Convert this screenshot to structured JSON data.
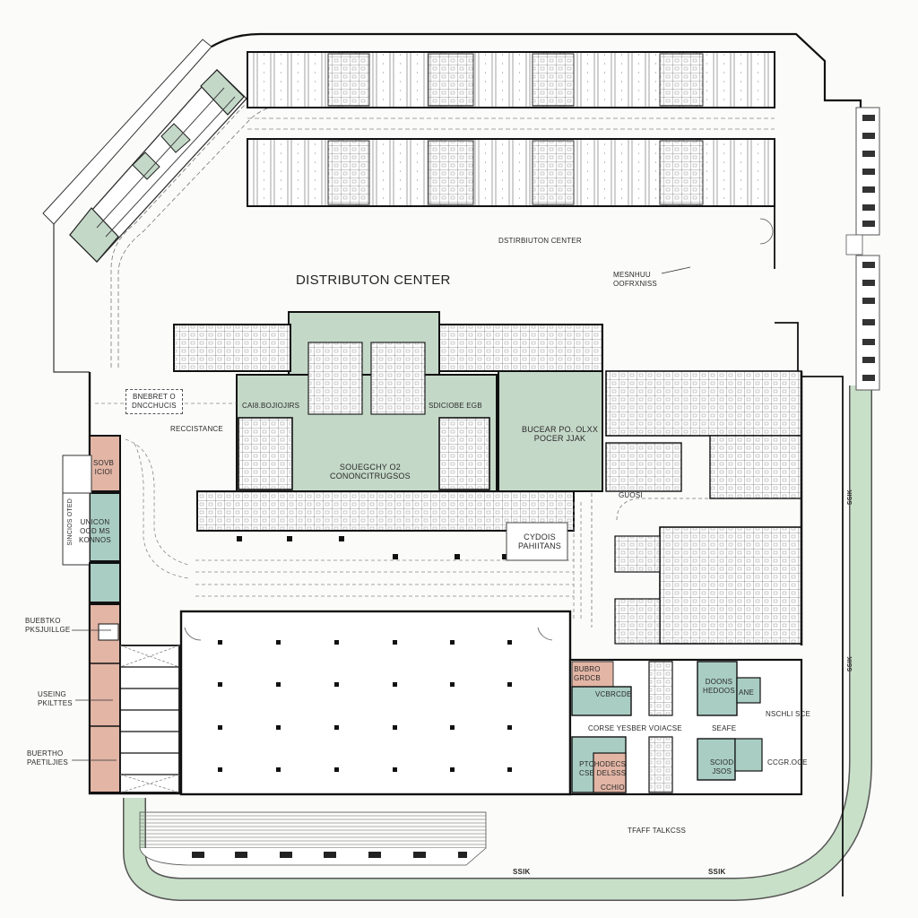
{
  "plan": {
    "title": "DISTRIBUTON CENTER",
    "subtitle": "DSTIRBIUTON CENTER",
    "colors": {
      "wall": "#1a1a1a",
      "green_fill": "#c4d8c8",
      "teal_fill": "#a9cdc3",
      "salmon_fill": "#e2b5a5",
      "green_path": "#c8dfc8",
      "background": "#fbfbfa",
      "grid_line": "#888888"
    }
  },
  "labels": {
    "title_main": "DISTRIBUTON CENTER",
    "title_top": "DSTIRBIUTON CENTER",
    "callout_right": [
      "MESNHUU",
      "OOFRXNISS"
    ],
    "dashed_box": [
      "BNEBRET O",
      "DNCCHUCIS"
    ],
    "reception": "RECCISTANCE",
    "west_hall": "CAI8.BOJIOJIRS",
    "east_hall": "SDICIOBE EGB",
    "central_hall": [
      "SOUEGCHY O2",
      "CONONCITRUGSOS"
    ],
    "big_room": [
      "BUCEAR PO. OLXX",
      "POCER JJAK"
    ],
    "salmon_room_1": [
      "SOVB",
      "ICIOI"
    ],
    "teal_room_1": [
      "UNICON",
      "OOD MS",
      "KONNOS"
    ],
    "vertical_sign": "SINCIOS OTED",
    "cydois_box": [
      "CYDOIS",
      "PAHIITANS"
    ],
    "guosi": "GUOSI",
    "callout_left_1": [
      "BUEBTKO",
      "PKSJUILLGE"
    ],
    "callout_left_2": [
      "USEING",
      "PKILTTES"
    ],
    "callout_left_3": [
      "BUERTHO",
      "PAETILJIES"
    ],
    "office_row_label": "CORSE   YESBER VOIACSE",
    "office_safe": "SEAFE",
    "office_salmon_top": [
      "BUBRO",
      "GRDCB"
    ],
    "office_teal_1": "VCBRCDE",
    "office_teal_2": [
      "DOONS",
      "HEDOOS"
    ],
    "office_ane": "ANE",
    "office_side_1": "NSCHLI SCE",
    "office_bottom_left": [
      "PTCHODECS",
      "CSE DELSSS"
    ],
    "office_bottom_salmon": "CCHIO",
    "office_bottom_teal": [
      "SCIOD",
      "JSOS"
    ],
    "office_corr": "CCGR.OCE",
    "staff_access": "TFAFF TALKCSS",
    "path_marker_1": "SSIK",
    "path_marker_2": "SSIK",
    "path_marker_3": "SSIK",
    "path_marker_4": "SSIK"
  },
  "structure": {
    "warehouse_columns": {
      "rows": 4,
      "cols": 6
    },
    "parking_bays_east": 14,
    "dock_stalls_south": 7
  }
}
